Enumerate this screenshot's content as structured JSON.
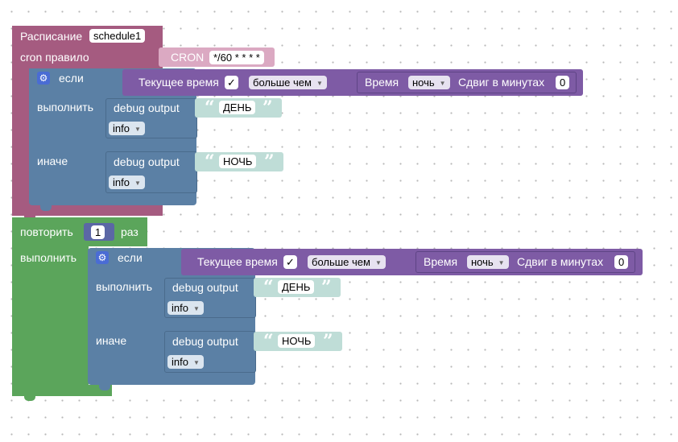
{
  "schedule": {
    "title": "Расписание",
    "name": "schedule1",
    "cron_label": "cron правило",
    "cron_keyword": "CRON",
    "cron_value": "*/60 * * * *"
  },
  "if1": {
    "if_label": "если",
    "current_time": "Текущее время",
    "check": "✓",
    "compare": "больше чем",
    "time_label": "Время",
    "time_value": "ночь",
    "offset_label": "Сдвиг в минутах",
    "offset_value": "0",
    "then_label": "выполнить",
    "else_label": "иначе",
    "debug1": {
      "label": "debug output",
      "text": "ДЕНЬ",
      "level": "info"
    },
    "debug2": {
      "label": "debug output",
      "text": "НОЧЬ",
      "level": "info"
    }
  },
  "repeat": {
    "repeat_label": "повторить",
    "count": "1",
    "times_label": "раз",
    "do_label": "выполнить"
  },
  "if2": {
    "if_label": "если",
    "current_time": "Текущее время",
    "check": "✓",
    "compare": "больше чем",
    "time_label": "Время",
    "time_value": "ночь",
    "offset_label": "Сдвиг в минутах",
    "offset_value": "0",
    "then_label": "выполнить",
    "else_label": "иначе",
    "debug1": {
      "label": "debug output",
      "text": "ДЕНЬ",
      "level": "info"
    },
    "debug2": {
      "label": "debug output",
      "text": "НОЧЬ",
      "level": "info"
    }
  },
  "colors": {
    "schedule": "#a55b80",
    "repeat": "#5ba55b",
    "logic": "#5b80a5",
    "time": "#7e5ba5",
    "text": "#bfddd7",
    "cron": "#dba9c2"
  }
}
